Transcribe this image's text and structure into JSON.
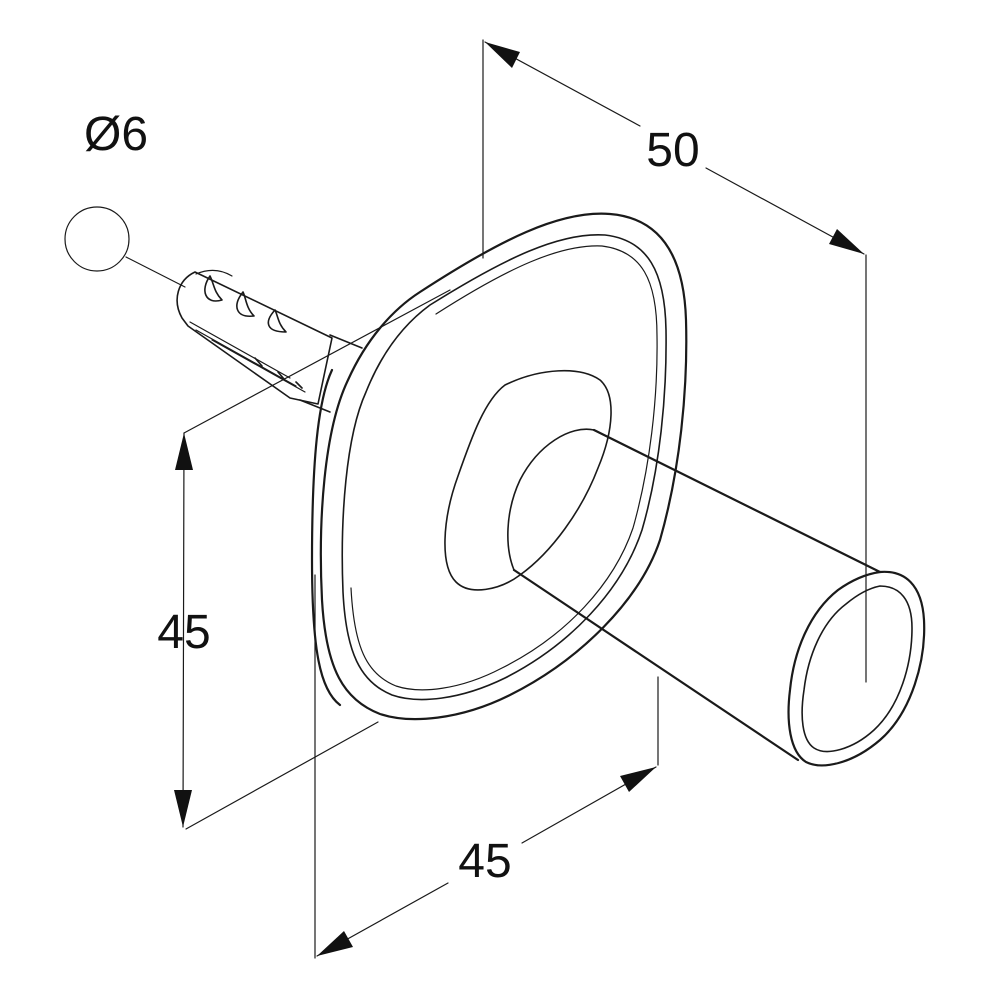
{
  "dimensions": {
    "screw_diameter": "Ø6",
    "depth": "50",
    "height": "45",
    "width": "45"
  },
  "colors": {
    "line": "#1a1a1a",
    "background": "#ffffff"
  }
}
